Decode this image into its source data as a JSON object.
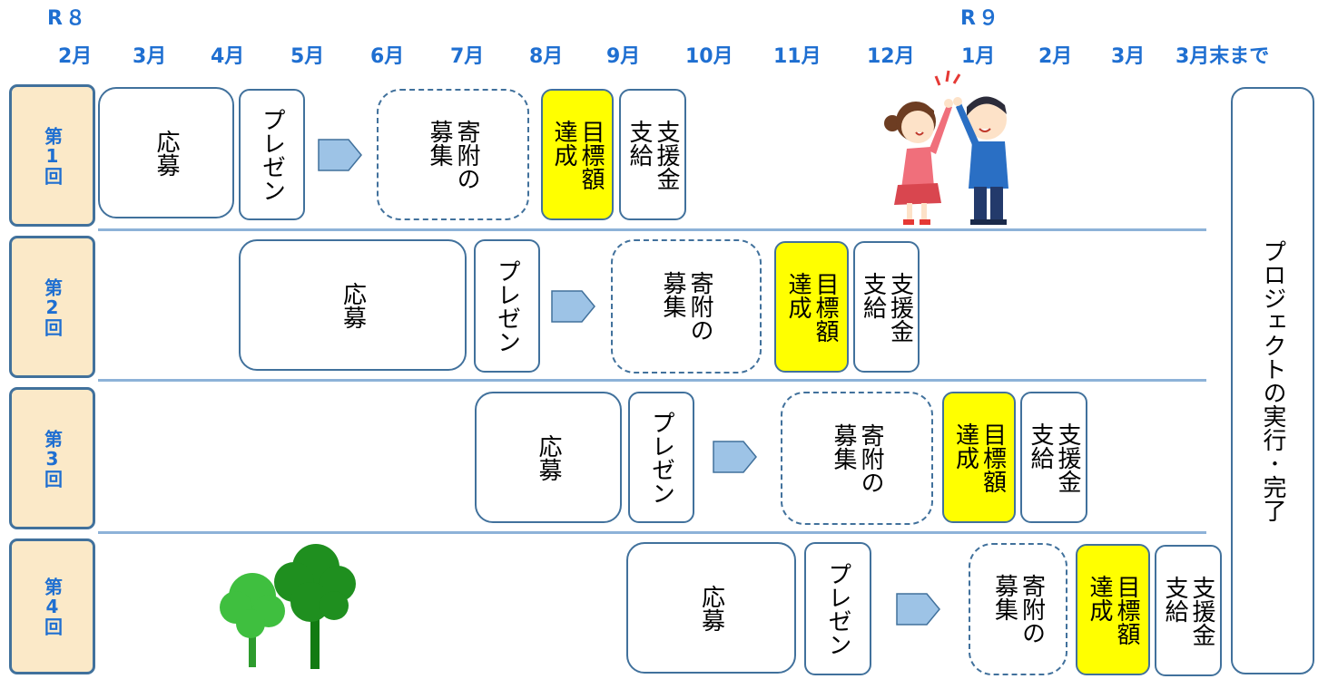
{
  "timeline": {
    "eras": [
      "R８",
      "R９"
    ],
    "months": [
      "2月",
      "3月",
      "4月",
      "5月",
      "6月",
      "7月",
      "8月",
      "9月",
      "10月",
      "11月",
      "12月",
      "1月",
      "2月",
      "3月",
      "3月末まで"
    ]
  },
  "rounds": [
    {
      "label": "第1回",
      "apply": "応募",
      "presentation": "プレゼン",
      "fundraising": "寄附の\n募集",
      "target": "目標額\n達成",
      "grant": "支援金\n支給"
    },
    {
      "label": "第2回",
      "apply": "応募",
      "presentation": "プレゼン",
      "fundraising": "寄附の\n募集",
      "target": "目標額\n達成",
      "grant": "支援金\n支給"
    },
    {
      "label": "第3回",
      "apply": "応募",
      "presentation": "プレゼン",
      "fundraising": "寄附の\n募集",
      "target": "目標額\n達成",
      "grant": "支援金\n支給"
    },
    {
      "label": "第4回",
      "apply": "応募",
      "presentation": "プレゼン",
      "fundraising": "寄附の\n募集",
      "target": "目標額\n達成",
      "grant": "支援金\n支給"
    }
  ],
  "final_step": "プロジェクトの実行･完了",
  "colors": {
    "accent": "#1f6fd1",
    "border": "#41719c",
    "round_bg": "#fbe9c8",
    "highlight": "#ffff00",
    "arrow": "#9dc3e6",
    "rule": "#8db2d8"
  },
  "icons": [
    "arrow-right-icon",
    "high-five-kids-illustration",
    "trees-illustration"
  ]
}
